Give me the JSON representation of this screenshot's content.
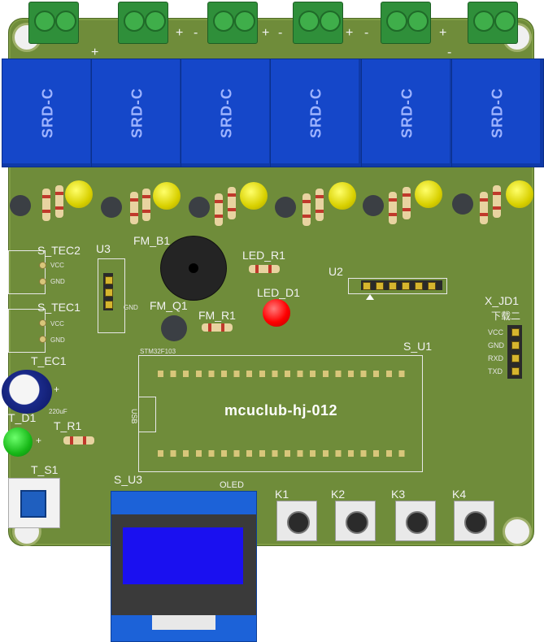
{
  "relays": [
    {
      "label": "SRD-C"
    },
    {
      "label": "SRD-C"
    },
    {
      "label": "SRD-C"
    },
    {
      "label": "SRD-C"
    },
    {
      "label": "SRD-C"
    },
    {
      "label": "SRD-C"
    }
  ],
  "designators": {
    "s_tec2": "S_TEC2",
    "s_tec1": "S_TEC1",
    "t_ec1": "T_EC1",
    "t_d1": "T_D1",
    "t_r1": "T_R1",
    "t_s1": "T_S1",
    "u3": "U3",
    "fm_b1": "FM_B1",
    "fm_q1": "FM_Q1",
    "fm_r1": "FM_R1",
    "led_r1": "LED_R1",
    "led_d1": "LED_D1",
    "u2": "U2",
    "x_jd1": "X_JD1",
    "s_u1": "S_U1",
    "s_u3": "S_U3",
    "k1": "K1",
    "k2": "K2",
    "k3": "K3",
    "k4": "K4"
  },
  "silk": {
    "vcc": "VCC",
    "gnd": "GND",
    "rxd": "RXD",
    "txd": "TXD",
    "board_name": "mcuclub-hj-012",
    "usb": "USB",
    "oled": "OLED",
    "plus": "+",
    "minus": "-",
    "download": "下载二",
    "cap_value": "220uF",
    "mcu_part": "STM32F103"
  },
  "colors": {
    "pcb": "#6f8c3a",
    "relay": "#1547c9",
    "led_yellow": "#e5e000",
    "led_red": "#ff0000",
    "led_green": "#22cc22",
    "oled_screen": "#1a10f0"
  }
}
